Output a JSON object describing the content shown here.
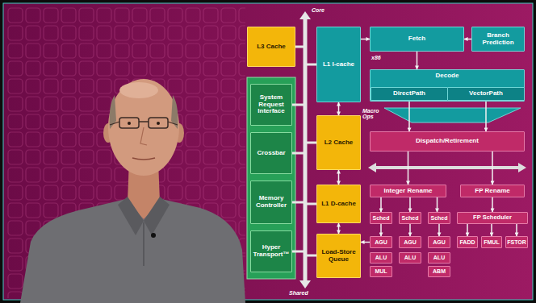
{
  "diagram": {
    "nodes": [
      {
        "text": [
          "L3 Cache"
        ]
      },
      {
        "text": [
          "System Request Interface"
        ]
      },
      {
        "text": [
          "Crossbar"
        ]
      },
      {
        "text": [
          "Memory Controller"
        ]
      },
      {
        "text": [
          "Hyper Transport™"
        ]
      },
      {
        "text": [
          "L1 I-cache"
        ]
      },
      {
        "text": [
          "Fetch"
        ]
      },
      {
        "text": [
          "Branch Prediction"
        ]
      },
      {
        "text": [
          "Decode"
        ]
      },
      {
        "text": [
          "DirectPath"
        ],
        "in": 8
      },
      {
        "text": [
          "VectorPath"
        ],
        "in": 8
      },
      {
        "text": [
          "L2 Cache"
        ]
      },
      {
        "text": [
          "Dispatch/Retirement"
        ]
      },
      {
        "text": [
          "Integer Rename"
        ]
      },
      {
        "text": [
          "FP Rename"
        ]
      },
      {
        "text": [
          "L1 D-cache"
        ]
      },
      {
        "text": [
          "Sched"
        ]
      },
      {
        "text": [
          "Sched"
        ]
      },
      {
        "text": [
          "Sched"
        ]
      },
      {
        "text": [
          "FP Scheduler"
        ]
      },
      {
        "text": [
          "Load-Store Queue"
        ]
      },
      {
        "text": [
          "AGU"
        ]
      },
      {
        "text": [
          "AGU"
        ]
      },
      {
        "text": [
          "AGU"
        ]
      },
      {
        "text": [
          "FADD"
        ]
      },
      {
        "text": [
          "FMUL"
        ]
      },
      {
        "text": [
          "FSTOR"
        ]
      },
      {
        "text": [
          "ALU"
        ]
      },
      {
        "text": [
          "ALU"
        ]
      },
      {
        "text": [
          "ALU"
        ]
      },
      {
        "text": [
          "MUL"
        ]
      },
      {
        "text": [
          "ABM"
        ]
      }
    ],
    "edges": [
      {
        "from": 5,
        "to": 11,
        "arrow": "both"
      },
      {
        "from": 11,
        "to": 15,
        "arrow": "both"
      },
      {
        "from": 5,
        "to": 6,
        "arrow": "to"
      },
      {
        "from": 7,
        "to": 6,
        "arrow": "to"
      },
      {
        "from": 6,
        "to": 8,
        "arrow": "to"
      },
      {
        "from": 9,
        "to": 12,
        "arrow": "to"
      },
      {
        "from": 10,
        "to": 12,
        "arrow": "to"
      },
      {
        "from": 12,
        "to": 13,
        "arrow": "to"
      },
      {
        "from": 12,
        "to": 14,
        "arrow": "to"
      },
      {
        "from": 13,
        "to": 16,
        "arrow": "to"
      },
      {
        "from": 13,
        "to": 17,
        "arrow": "to"
      },
      {
        "from": 13,
        "to": 18,
        "arrow": "to"
      },
      {
        "from": 14,
        "to": 19,
        "arrow": "to"
      },
      {
        "from": 16,
        "to": 21,
        "arrow": "to"
      },
      {
        "from": 17,
        "to": 22,
        "arrow": "to"
      },
      {
        "from": 18,
        "to": 23,
        "arrow": "to"
      },
      {
        "from": 19,
        "to": 24,
        "arrow": "to"
      },
      {
        "from": 19,
        "to": 25,
        "arrow": "to"
      },
      {
        "from": 19,
        "to": 26,
        "arrow": "to"
      },
      {
        "from": 21,
        "to": 20,
        "arrow": "to"
      },
      {
        "from": 20,
        "to": 15,
        "arrow": "both"
      }
    ],
    "labels": [
      "Core",
      "Shared",
      "x86",
      "Macro Ops"
    ]
  }
}
